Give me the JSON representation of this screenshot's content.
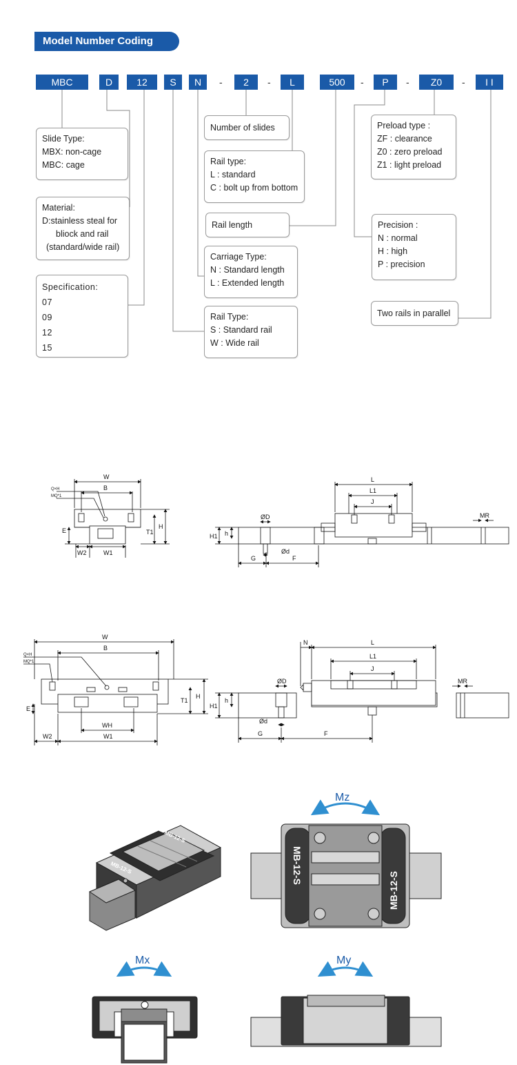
{
  "header": {
    "title": "Model Number Coding"
  },
  "codes": [
    {
      "id": "mbc",
      "label": "MBC"
    },
    {
      "id": "d",
      "label": "D"
    },
    {
      "id": "12",
      "label": "12"
    },
    {
      "id": "s",
      "label": "S"
    },
    {
      "id": "n",
      "label": "N"
    },
    {
      "id": "2",
      "label": "2"
    },
    {
      "id": "l",
      "label": "L"
    },
    {
      "id": "500",
      "label": "500"
    },
    {
      "id": "p",
      "label": "P"
    },
    {
      "id": "z0",
      "label": "Z0"
    },
    {
      "id": "ii",
      "label": "I I"
    }
  ],
  "dash": "-",
  "boxes": {
    "slide_type": {
      "title": "Slide Type:",
      "lines": [
        "MBX: non-cage",
        "MBC: cage"
      ]
    },
    "material": {
      "title": "Material:",
      "lines": [
        "D:stainless steal for",
        "bliock and rail",
        "(standard/wide rail)"
      ]
    },
    "specification": {
      "title": "Specification:",
      "lines": [
        "07",
        "09",
        "12",
        "15"
      ]
    },
    "num_slides": {
      "title": "Number of slides"
    },
    "rail_type_l": {
      "title": "Rail type:",
      "lines": [
        "L : standard",
        "C : bolt up from bottom"
      ]
    },
    "rail_length": {
      "title": "Rail length"
    },
    "carriage_type": {
      "title": "Carriage Type:",
      "lines": [
        "N : Standard length",
        "L : Extended length"
      ]
    },
    "rail_type_s": {
      "title": "Rail Type:",
      "lines": [
        "S : Standard rail",
        "W : Wide rail"
      ]
    },
    "preload": {
      "title": "Preload type :",
      "lines": [
        "ZF : clearance",
        "Z0 : zero preload",
        "Z1 : light preload"
      ]
    },
    "precision": {
      "title": "Precision :",
      "lines": [
        "N : normal",
        "H : high",
        "P : precision"
      ]
    },
    "parallel": {
      "title": "Two rails in parallel"
    }
  },
  "drawing1": {
    "front": {
      "W": "W",
      "B": "B",
      "QxH": "Q×H",
      "MQ": "MQ*1",
      "E": "E",
      "T1": "T1",
      "H": "H",
      "W2": "W2",
      "W1": "W1"
    },
    "side": {
      "L": "L",
      "L1": "L1",
      "J": "J",
      "MR": "MR",
      "D": "ØD",
      "d": "Ød",
      "H1": "H1",
      "h": "h",
      "G": "G",
      "F": "F"
    }
  },
  "drawing2": {
    "front": {
      "W": "W",
      "B": "B",
      "QxH": "Q×H",
      "MQ": "MQ*1",
      "E": "E",
      "T1": "T1",
      "H": "H",
      "W2": "W2",
      "W1": "W1",
      "WH": "WH"
    },
    "side": {
      "N": "N",
      "L": "L",
      "L1": "L1",
      "J": "J",
      "MR": "MR",
      "D": "ØD",
      "d": "Ød",
      "H1": "H1",
      "h": "h",
      "G": "G",
      "F": "F"
    }
  },
  "block_marking": "MB-12-S",
  "moments": {
    "mz": "Mz",
    "mx": "Mx",
    "my": "My"
  },
  "colors": {
    "accent": "#1a5aa8",
    "arrow": "#2f8fd0"
  }
}
